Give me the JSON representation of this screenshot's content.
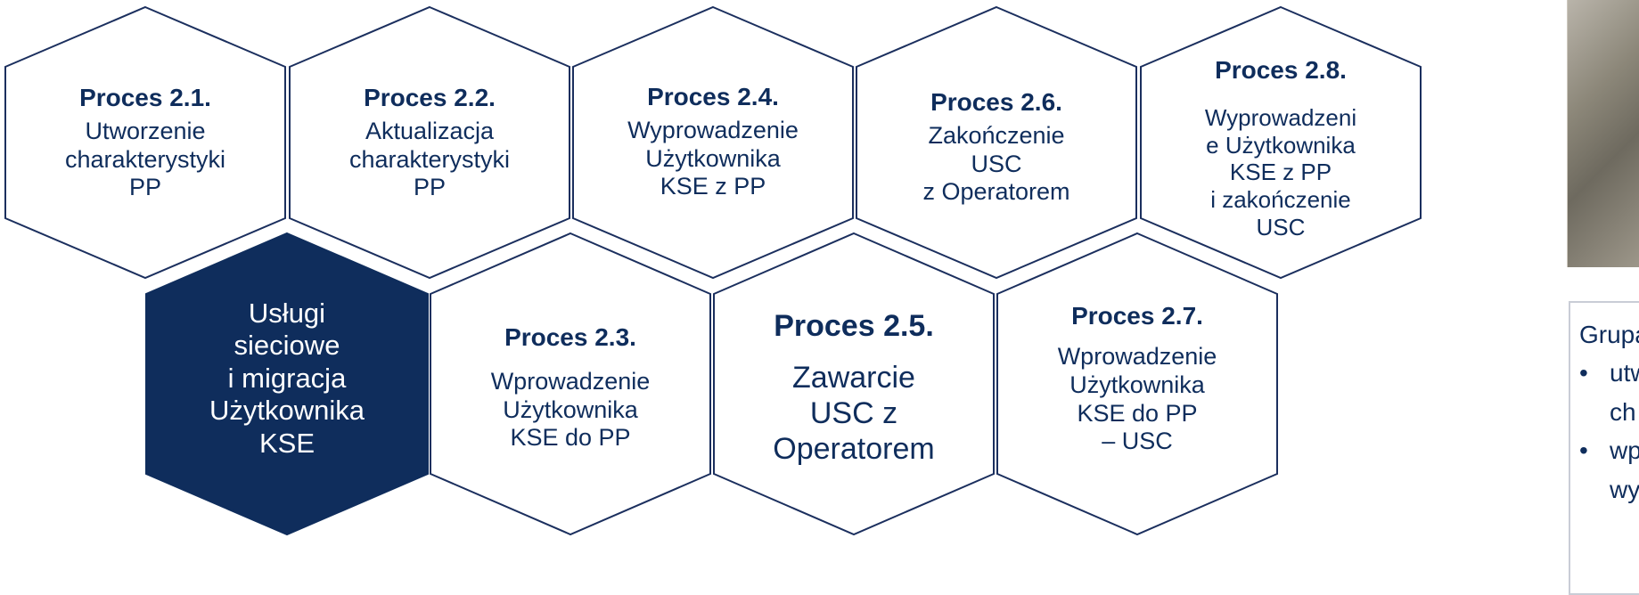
{
  "colors": {
    "navy": "#0f2d5c",
    "border": "#1b2f5e",
    "white": "#ffffff"
  },
  "hexes": [
    {
      "id": "2-1",
      "title": "Proces 2.1.",
      "body": "Utworzenie\ncharakterystyki\nPP"
    },
    {
      "id": "2-2",
      "title": "Proces 2.2.",
      "body": "Aktualizacja\ncharakterystyki\nPP"
    },
    {
      "id": "2-4",
      "title": "Proces 2.4.",
      "body": "Wyprowadzenie\nUżytkownika\nKSE z PP"
    },
    {
      "id": "2-6",
      "title": "Proces 2.6.",
      "body": "Zakończenie\nUSC\nz Operatorem"
    },
    {
      "id": "2-8",
      "title": "Proces 2.8.",
      "body": "Wyprowadzeni\ne Użytkownika\nKSE z PP\ni zakończenie\nUSC"
    },
    {
      "id": "center",
      "title": "",
      "body": "Usługi\nsieciowe\ni migracja\nUżytkownika\nKSE"
    },
    {
      "id": "2-3",
      "title": "Proces 2.3.",
      "body": "Wprowadzenie\nUżytkownika\nKSE do PP"
    },
    {
      "id": "2-5",
      "title": "Proces 2.5.",
      "body": "Zawarcie\nUSC z\nOperatorem"
    },
    {
      "id": "2-7",
      "title": "Proces 2.7.",
      "body": "Wprowadzenie\nUżytkownika\nKSE do PP\n– USC"
    }
  ],
  "infobox": {
    "heading": "Grupa",
    "bullet1_line1": "utw",
    "bullet1_line2": "ch",
    "bullet2_line1": "wp",
    "bullet2_line2": "wy"
  }
}
